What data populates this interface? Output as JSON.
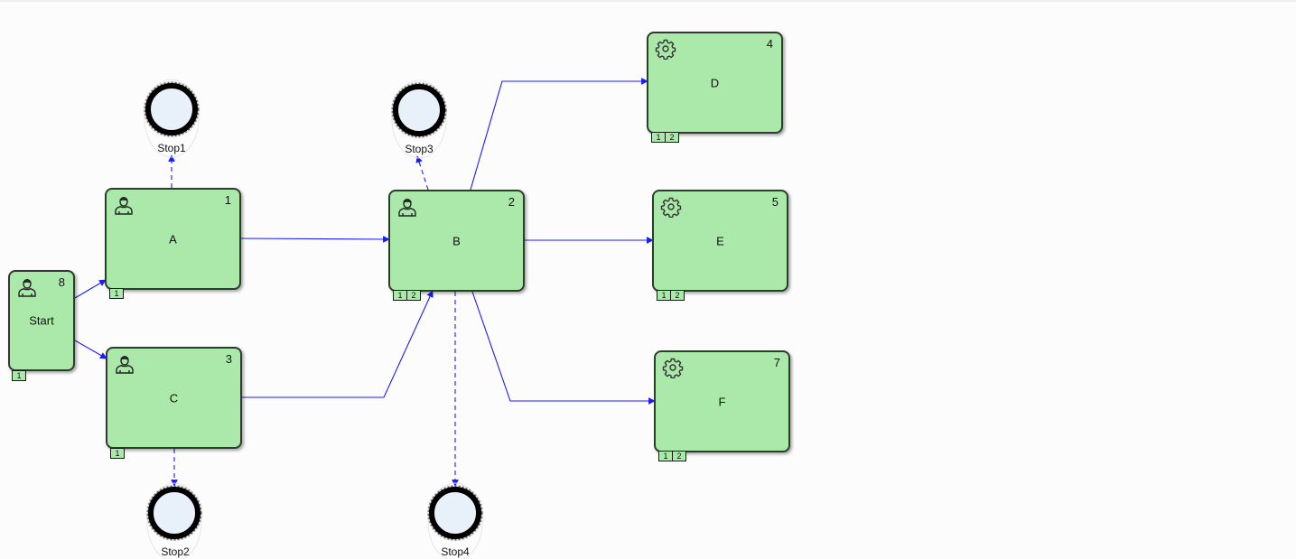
{
  "diagram": {
    "colors": {
      "task_fill": "#abe9ab",
      "task_border": "#2e3b2e",
      "edge": "#1a1aff",
      "stop_fill": "#e8f0fa",
      "stop_ring": "#000000"
    },
    "tasks": [
      {
        "id": "start",
        "label": "Start",
        "number": "8",
        "icon": "user-icon",
        "badges": [
          "1"
        ]
      },
      {
        "id": "a",
        "label": "A",
        "number": "1",
        "icon": "user-icon",
        "badges": [
          "1"
        ]
      },
      {
        "id": "c",
        "label": "C",
        "number": "3",
        "icon": "user-icon",
        "badges": [
          "1"
        ]
      },
      {
        "id": "b",
        "label": "B",
        "number": "2",
        "icon": "user-icon",
        "badges": [
          "1",
          "2"
        ]
      },
      {
        "id": "d",
        "label": "D",
        "number": "4",
        "icon": "gear-icon",
        "badges": [
          "1",
          "2"
        ]
      },
      {
        "id": "e",
        "label": "E",
        "number": "5",
        "icon": "gear-icon",
        "badges": [
          "1",
          "2"
        ]
      },
      {
        "id": "f",
        "label": "F",
        "number": "7",
        "icon": "gear-icon",
        "badges": [
          "1",
          "2"
        ]
      }
    ],
    "stops": [
      {
        "id": "stop1",
        "label": "Stop1"
      },
      {
        "id": "stop2",
        "label": "Stop2"
      },
      {
        "id": "stop3",
        "label": "Stop3"
      },
      {
        "id": "stop4",
        "label": "Stop4"
      }
    ],
    "edges": [
      {
        "from": "start",
        "to": "a",
        "style": "solid"
      },
      {
        "from": "start",
        "to": "c",
        "style": "solid"
      },
      {
        "from": "a",
        "to": "b",
        "style": "solid"
      },
      {
        "from": "c",
        "to": "b",
        "style": "solid"
      },
      {
        "from": "a",
        "to": "stop1",
        "style": "dashed"
      },
      {
        "from": "c",
        "to": "stop2",
        "style": "dashed"
      },
      {
        "from": "b",
        "to": "stop3",
        "style": "dashed"
      },
      {
        "from": "b",
        "to": "stop4",
        "style": "dashed"
      },
      {
        "from": "b",
        "to": "d",
        "style": "solid"
      },
      {
        "from": "b",
        "to": "e",
        "style": "solid"
      },
      {
        "from": "b",
        "to": "f",
        "style": "solid"
      }
    ]
  }
}
